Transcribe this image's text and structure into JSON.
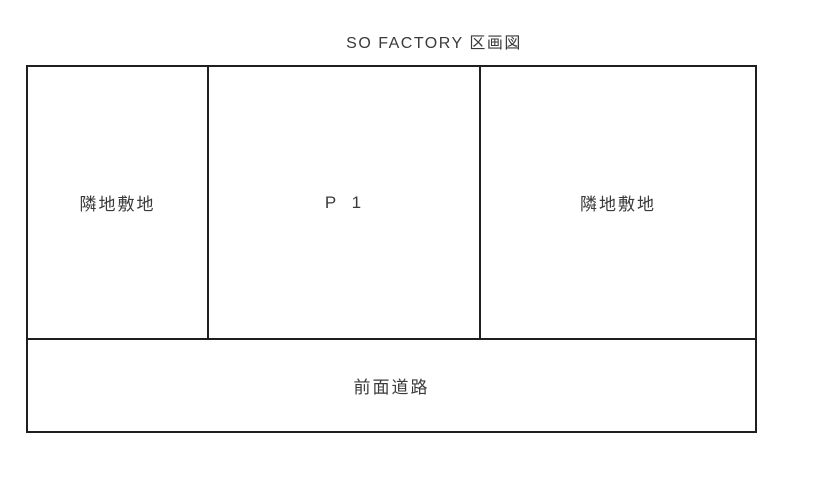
{
  "page": {
    "title": "SO FACTORY 区画図"
  },
  "plan": {
    "upper_cells": [
      {
        "id": "adjacent-land-left",
        "label": "隣地敷地"
      },
      {
        "id": "parking-p1",
        "label": "P 1"
      },
      {
        "id": "adjacent-land-right",
        "label": "隣地敷地"
      }
    ],
    "road": {
      "label": "前面道路"
    }
  },
  "theme": {
    "line_color": "#1f1f1f",
    "text_color": "#3a3a3a",
    "background": "#ffffff"
  }
}
